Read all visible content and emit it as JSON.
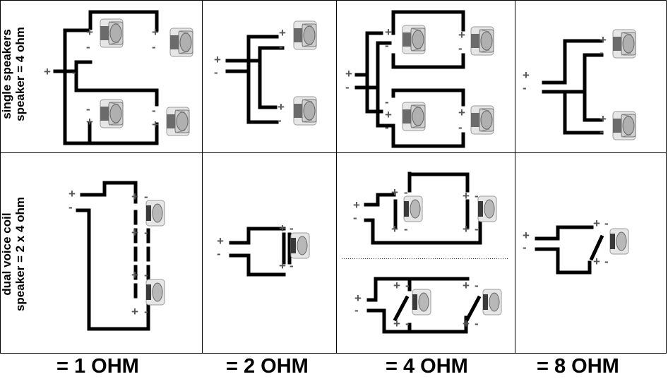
{
  "row_labels": [
    {
      "line1": "single speakers",
      "line2": "speaker = 4 ohm"
    },
    {
      "line1": "dual voice coil",
      "line2": "speaker = 2 x 4 ohm"
    }
  ],
  "column_results": [
    "= 1 OHM",
    "= 2 OHM",
    "= 4 OHM",
    "= 8 OHM"
  ],
  "terminal_symbols": {
    "positive": "+",
    "negative": "-"
  },
  "colors": {
    "wire": "#000000",
    "grid": "#000000",
    "terminal": "#555555",
    "speaker_body": "#8a8a8a"
  },
  "icons": {
    "speaker": "loudspeaker-icon",
    "dvc_speaker": "dual-voice-coil-speaker-icon"
  }
}
